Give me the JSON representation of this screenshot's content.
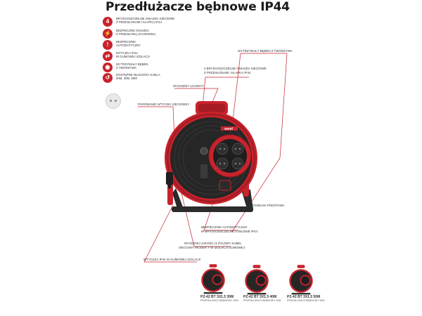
{
  "title": "Przedłużacze bębnowe IP44",
  "features": [
    {
      "icon": "4",
      "icon_name": "four-sockets-icon",
      "lines": [
        "BRYZGOSZCZELNE GNIAZDA SIECIOWE",
        "Z PRZESŁONAMI I KLAPKĄ IP44"
      ]
    },
    {
      "icon": "⚡",
      "icon_name": "socket-protection-icon",
      "lines": [
        "BEZPIECZNE GNIAZDA",
        "Z PRZESŁONĄ OCHRONNĄ"
      ]
    },
    {
      "icon": "!",
      "icon_name": "fuse-icon",
      "lines": [
        "BEZPIECZNIK",
        "AUTOMATYCZNY"
      ]
    },
    {
      "icon": "⇄",
      "icon_name": "plug-icon",
      "lines": [
        "WTYCZKA IP44",
        "W GUMOWEJ IZOLACJI"
      ]
    },
    {
      "icon": "◉",
      "icon_name": "drum-icon",
      "lines": [
        "WYTRZYMAŁY BĘBEN",
        "Z TWORZYWA"
      ]
    },
    {
      "icon": "↺",
      "icon_name": "cable-length-icon",
      "lines": [
        "DOSTĘPNE DŁUGOŚCI KABLA:",
        "30m, 40m, 50m"
      ]
    }
  ],
  "callouts": {
    "drum": "WYTRZYMAŁY BĘBEN Z TWORZYWA",
    "sockets_1": "4 BRYZGOSZCZELNE GNIAZDA SIECIOWE",
    "sockets_2": "Z PRZESŁONAMI I KLAPKĄ IP44",
    "handle": "WYGODNY UCHWYT",
    "holder": "PAROWANIE WTYCZKI SIECIOWEJ",
    "base": "STABILNA PODSTAWA",
    "fuse_1": "BEZPIECZNIK AUTOMATYCZNY",
    "fuse_2": "W BRYZGOSZCZELNEJ OSŁONIE IP44",
    "cable_1": "WYSOKIEJ JAKOŚCI 3-ŻYŁOWY KABEL",
    "cable_2": "SIECIOWY WODER Y W IZOLACJI GUMOWEJ",
    "plug": "WTYCZKA IP44 W GUMOWEJ IZOLACJI"
  },
  "reel_brand": "vorel",
  "products": [
    {
      "model": "PZ-42 BT 3X1.5 30M",
      "caption": "PRZEDŁUŻACZ BĘBNOWY 30M"
    },
    {
      "model": "PZ-42 BT 3X1.5 40M",
      "caption": "PRZEDŁUŻACZ BĘBNOWY 40M"
    },
    {
      "model": "PZ-42 BT 3X1.5 50M",
      "caption": "PRZEDŁUŻACZ BĘBNOWY 50M"
    }
  ],
  "colors": {
    "accent": "#c8232c",
    "body": "#2b2b2b"
  }
}
